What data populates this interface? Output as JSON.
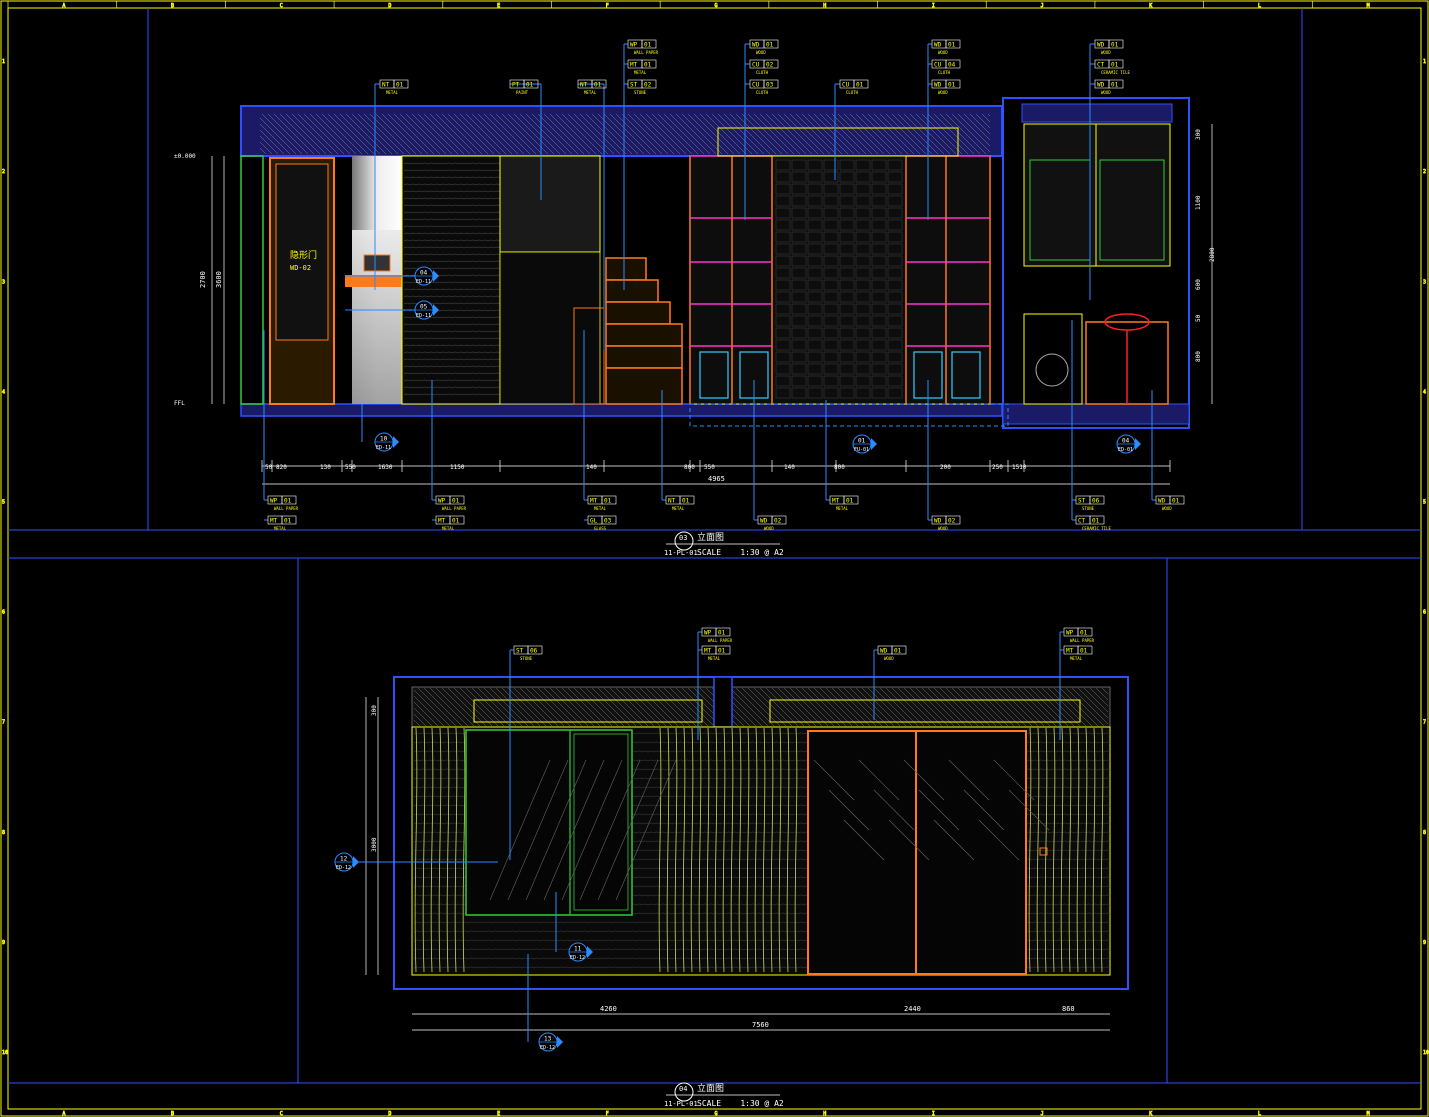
{
  "frame": {
    "border_color": "#ffff00",
    "inner_border_color": "#3050ff",
    "grid_letters": [
      "A",
      "B",
      "C",
      "D",
      "E",
      "F",
      "G",
      "H",
      "I",
      "J",
      "K",
      "L",
      "M"
    ],
    "grid_numbers": [
      "1",
      "2",
      "3",
      "4",
      "5",
      "6",
      "7",
      "8",
      "9",
      "10"
    ]
  },
  "colors": {
    "wall": "#2b2bc8",
    "outline": "#ffff00",
    "leader": "#2a8cff",
    "dim": "#ffffff",
    "orange": "#ff7a1a",
    "green": "#33cc33",
    "magenta": "#ff33cc",
    "cyan": "#33ccff",
    "red": "#ff2020"
  },
  "elevation1": {
    "title_no": "03",
    "title": "立面图",
    "sheet_ref": "11-PL-01",
    "scale": "SCALE    1:30 @ A2",
    "top_tags": [
      {
        "code": "NT",
        "no": "01",
        "desc": "METAL"
      },
      {
        "code": "PT",
        "no": "01",
        "desc": "PAINT"
      },
      {
        "code": "NT",
        "no": "01",
        "desc": "METAL"
      },
      {
        "code": "WP",
        "no": "01",
        "desc": "WALL PAPER"
      },
      {
        "code": "MT",
        "no": "01",
        "desc": "METAL"
      },
      {
        "code": "ST",
        "no": "02",
        "desc": "STONE"
      },
      {
        "code": "WD",
        "no": "01",
        "desc": "WOOD"
      },
      {
        "code": "CU",
        "no": "02",
        "desc": "CLOTH"
      },
      {
        "code": "CU",
        "no": "03",
        "desc": "CLOTH"
      },
      {
        "code": "CU",
        "no": "01",
        "desc": "CLOTH"
      },
      {
        "code": "WD",
        "no": "01",
        "desc": "WOOD"
      },
      {
        "code": "CU",
        "no": "04",
        "desc": "CLOTH"
      },
      {
        "code": "WD",
        "no": "01",
        "desc": "WOOD"
      },
      {
        "code": "WD",
        "no": "01",
        "desc": "WOOD"
      },
      {
        "code": "CT",
        "no": "01",
        "desc": "CERAMIC TILE"
      },
      {
        "code": "WD",
        "no": "01",
        "desc": "WOOD"
      }
    ],
    "bottom_tags": [
      {
        "code": "WP",
        "no": "01",
        "desc": "WALL PAPER"
      },
      {
        "code": "MT",
        "no": "01",
        "desc": "METAL"
      },
      {
        "code": "WP",
        "no": "01",
        "desc": "WALL PAPER"
      },
      {
        "code": "MT",
        "no": "01",
        "desc": "METAL"
      },
      {
        "code": "MT",
        "no": "01",
        "desc": "METAL"
      },
      {
        "code": "GL",
        "no": "03",
        "desc": "GLASS"
      },
      {
        "code": "NT",
        "no": "01",
        "desc": "METAL"
      },
      {
        "code": "WD",
        "no": "02",
        "desc": "WOOD"
      },
      {
        "code": "MT",
        "no": "01",
        "desc": "METAL"
      },
      {
        "code": "WD",
        "no": "02",
        "desc": "WOOD"
      },
      {
        "code": "ST",
        "no": "06",
        "desc": "STONE"
      },
      {
        "code": "CT",
        "no": "01",
        "desc": "CERAMIC TILE"
      },
      {
        "code": "WD",
        "no": "01",
        "desc": "WOOD"
      }
    ],
    "dims": [
      "50",
      "820",
      "130",
      "550",
      "1630",
      "1150",
      "140",
      "800",
      "550",
      "140",
      "800",
      "200",
      "250",
      "1510"
    ],
    "total_dim": "4965",
    "door_label": "隐形门",
    "door_sub": "WD-02",
    "section_marks": [
      {
        "no": "04",
        "ref": "ED-11"
      },
      {
        "no": "05",
        "ref": "ED-11"
      },
      {
        "no": "10",
        "ref": "ED-11"
      },
      {
        "no": "01",
        "ref": "FU-01"
      },
      {
        "no": "04",
        "ref": "ED-01"
      }
    ],
    "level_marks": [
      "±0.000",
      "FFL"
    ],
    "side_dims": [
      "2700",
      "3600"
    ],
    "right_dims": [
      "300",
      "1100",
      "600",
      "50",
      "800",
      "2800"
    ]
  },
  "elevation2": {
    "title_no": "04",
    "title": "立面图",
    "sheet_ref": "11-PL-01",
    "scale": "SCALE    1:30 @ A2",
    "top_tags": [
      {
        "code": "ST",
        "no": "06",
        "desc": "STONE"
      },
      {
        "code": "WP",
        "no": "01",
        "desc": "WALL PAPER"
      },
      {
        "code": "MT",
        "no": "01",
        "desc": "METAL"
      },
      {
        "code": "WD",
        "no": "01",
        "desc": "WOOD"
      },
      {
        "code": "WP",
        "no": "01",
        "desc": "WALL PAPER"
      },
      {
        "code": "MT",
        "no": "01",
        "desc": "METAL"
      }
    ],
    "dims": [
      "4260",
      "2440",
      "860"
    ],
    "total_dim": "7560",
    "section_marks": [
      {
        "no": "12",
        "ref": "ED-12"
      },
      {
        "no": "11",
        "ref": "ED-12"
      },
      {
        "no": "13",
        "ref": "ED-12"
      }
    ],
    "side_dims": [
      "300",
      "3000"
    ]
  }
}
